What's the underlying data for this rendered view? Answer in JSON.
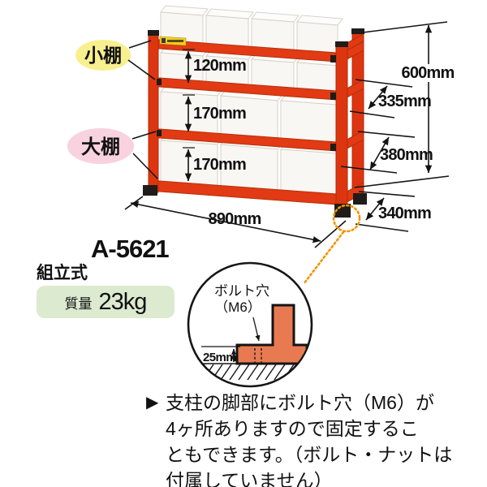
{
  "product": {
    "model": "A-5621",
    "assembly_type": "組立式",
    "weight_label": "質量",
    "weight_value": "23kg"
  },
  "shelf_labels": {
    "small": "小棚",
    "large": "大棚"
  },
  "dimensions": {
    "gap_small": "120mm",
    "gap_mid": "170mm",
    "gap_bottom": "170mm",
    "height": "600mm",
    "depth_small": "335mm",
    "depth_large": "380mm",
    "width": "890mm",
    "base_depth": "340mm"
  },
  "callout": {
    "hole_label_1": "ボルト穴",
    "hole_label_2": "（M6）",
    "foot_height": "25mm"
  },
  "note": {
    "bullet": "▶",
    "lines": [
      "支柱の脚部にボルト穴（M6）が",
      "4ヶ所ありますので固定するこ",
      "ともできます。（ボルト・ナットは",
      "付属していません）"
    ]
  },
  "colors": {
    "frame_red": "#e23a14",
    "label_yellow": "#f8ef8e",
    "label_pink": "#f8d2de",
    "weight_green": "#dcead0",
    "callout_orange": "#e87a52",
    "dotted_orange": "#f59300"
  }
}
